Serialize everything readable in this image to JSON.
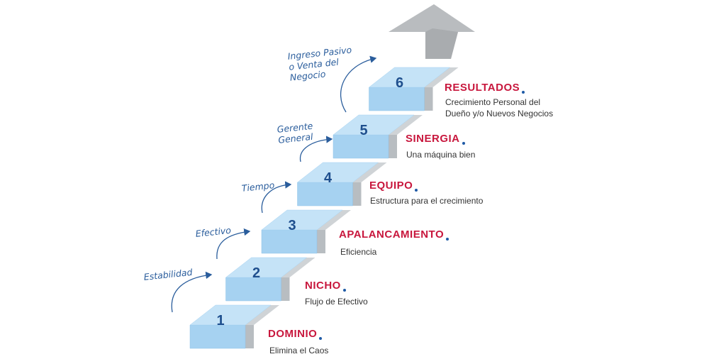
{
  "colors": {
    "step_top": "#c5e3f7",
    "step_riser": "#a6d2f1",
    "step_side": "#cfd3d6",
    "arrow": "#b9bcbf",
    "number": "#1f4f8e",
    "title": "#c8173d",
    "note": "#2a5d9c"
  },
  "steps": [
    {
      "number": "1",
      "title": "DOMINIO",
      "description": "Elimina el Caos"
    },
    {
      "number": "2",
      "title": "NICHO",
      "description": "Flujo de Efectivo"
    },
    {
      "number": "3",
      "title": "APALANCAMIENTO",
      "description": "Eficiencia"
    },
    {
      "number": "4",
      "title": "EQUIPO",
      "description": "Estructura para el crecimiento"
    },
    {
      "number": "5",
      "title": "SINERGIA",
      "description": "Una máquina bien"
    },
    {
      "number": "6",
      "title": "RESULTADOS",
      "description_line1": "Crecimiento Personal del",
      "description_line2": "Dueño y/o Nuevos Negocios"
    }
  ],
  "notes": [
    {
      "line1": "Estabilidad"
    },
    {
      "line1": "Efectivo"
    },
    {
      "line1": "Tiempo"
    },
    {
      "line1": "Gerente",
      "line2": "General"
    },
    {
      "line1": "Ingreso Pasivo",
      "line2": "o Venta del",
      "line3": "Negocio"
    }
  ]
}
